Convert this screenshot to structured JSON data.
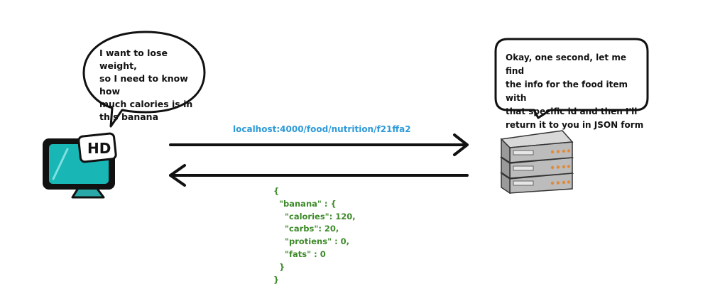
{
  "client": {
    "speech": "I want to lose weight,\nso I need to know how\nmuch calories is in\nthis banana",
    "monitor_badge": "HD",
    "colors": {
      "screen": "#19b6b6",
      "frame": "#111111"
    }
  },
  "server": {
    "speech": "Okay, one second, let me find\nthe info for the food item with\nthat specific id and then I'll\nreturn it to you in JSON form",
    "colors": {
      "body": "#b8b8b8",
      "led": "#e08a3a"
    }
  },
  "request": {
    "url": "localhost:4000/food/nutrition/f21ffa2",
    "color": "#2e9ad8"
  },
  "response": {
    "json_text": "{\n  \"banana\" : {\n    \"calories\": 120,\n    \"carbs\": 20,\n    \"protiens\" : 0,\n    \"fats\" : 0\n  }\n}",
    "color": "#3e8a2a"
  }
}
